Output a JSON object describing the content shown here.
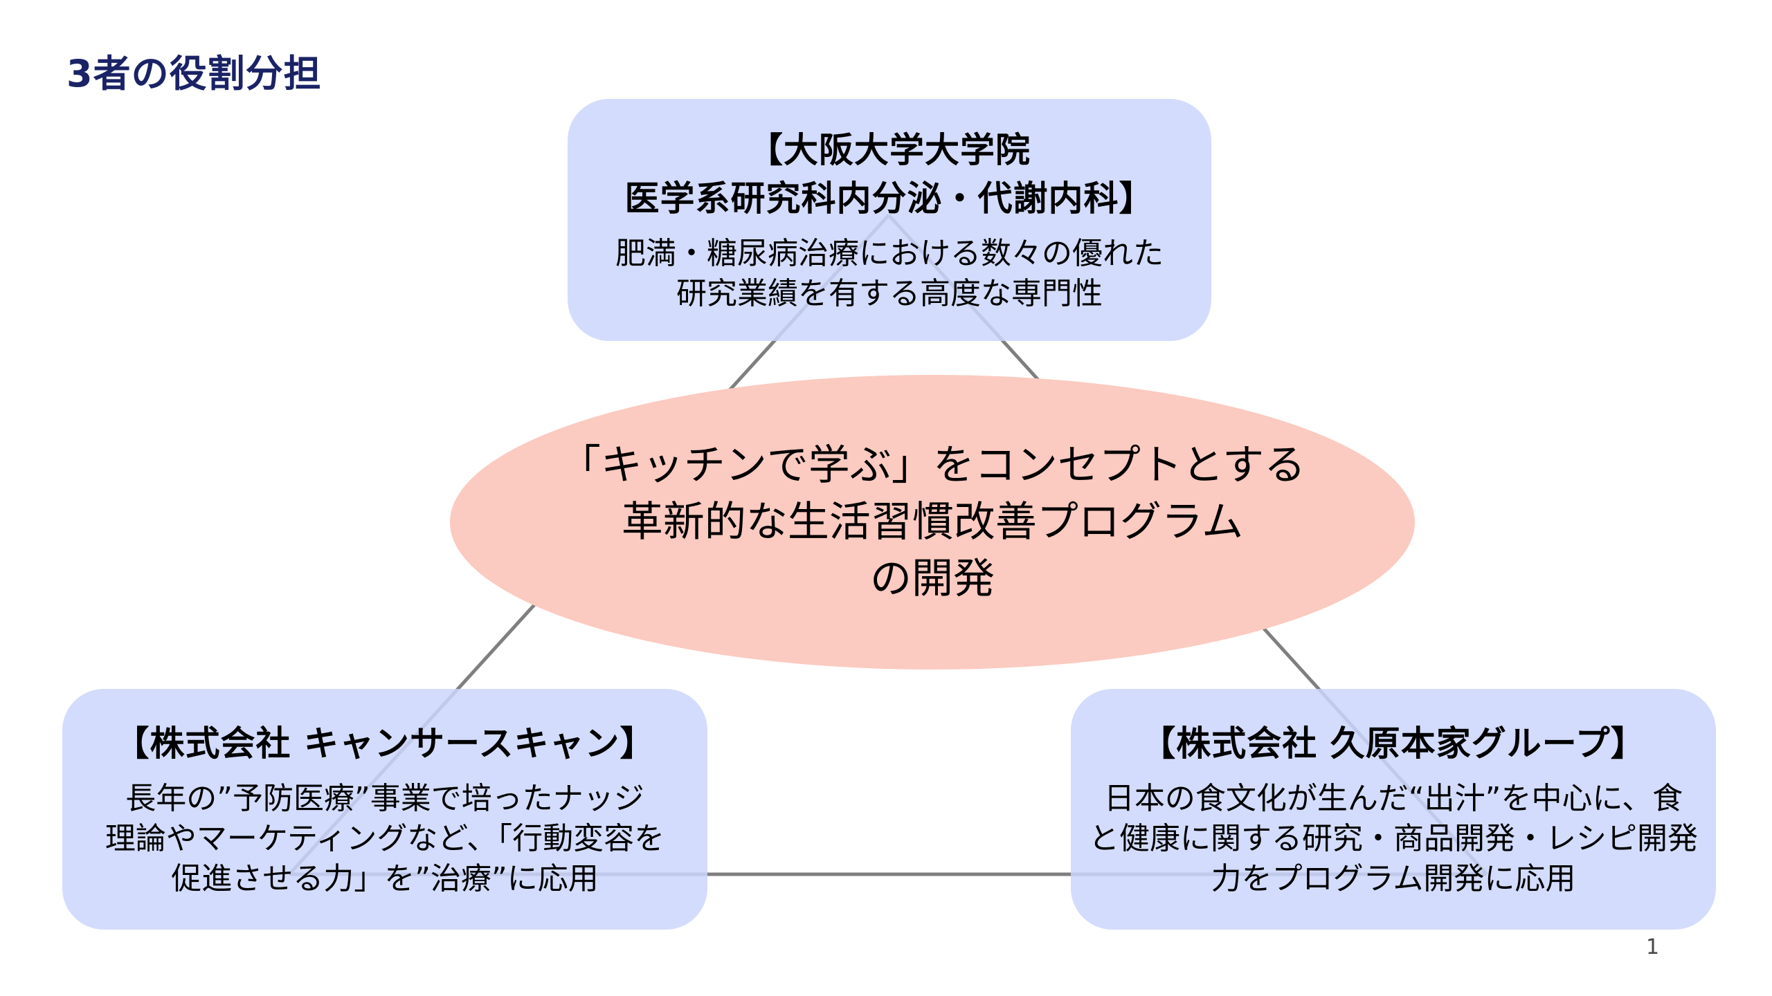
{
  "slide": {
    "title": "3者の役割分担",
    "page_number": "1",
    "colors": {
      "title": "#1b2366",
      "box_fill": "#cbd6fb",
      "ellipse_fill": "#fbcac0",
      "connector": "#7f7f7f"
    }
  },
  "center": {
    "text": "「キッチンで学ぶ」をコンセプトとする\n革新的な生活習慣改善プログラム\nの開発"
  },
  "parties": {
    "top": {
      "name": "【大阪大学大学院\n医学系研究科内分泌・代謝内科】",
      "role": "肥満・糖尿病治療における数々の優れた\n研究業績を有する高度な専門性"
    },
    "left": {
      "name": "【株式会社 キャンサースキャン】",
      "role": "長年の”予防医療”事業で培ったナッジ\n理論やマーケティングなど、「行動変容を\n促進させる力」を”治療”に応用"
    },
    "right": {
      "name": "【株式会社 久原本家グループ】",
      "role": "日本の食文化が生んだ“出汁”を中心に、食\nと健康に関する研究・商品開発・レシピ開発\n力をプログラム開発に応用"
    }
  }
}
